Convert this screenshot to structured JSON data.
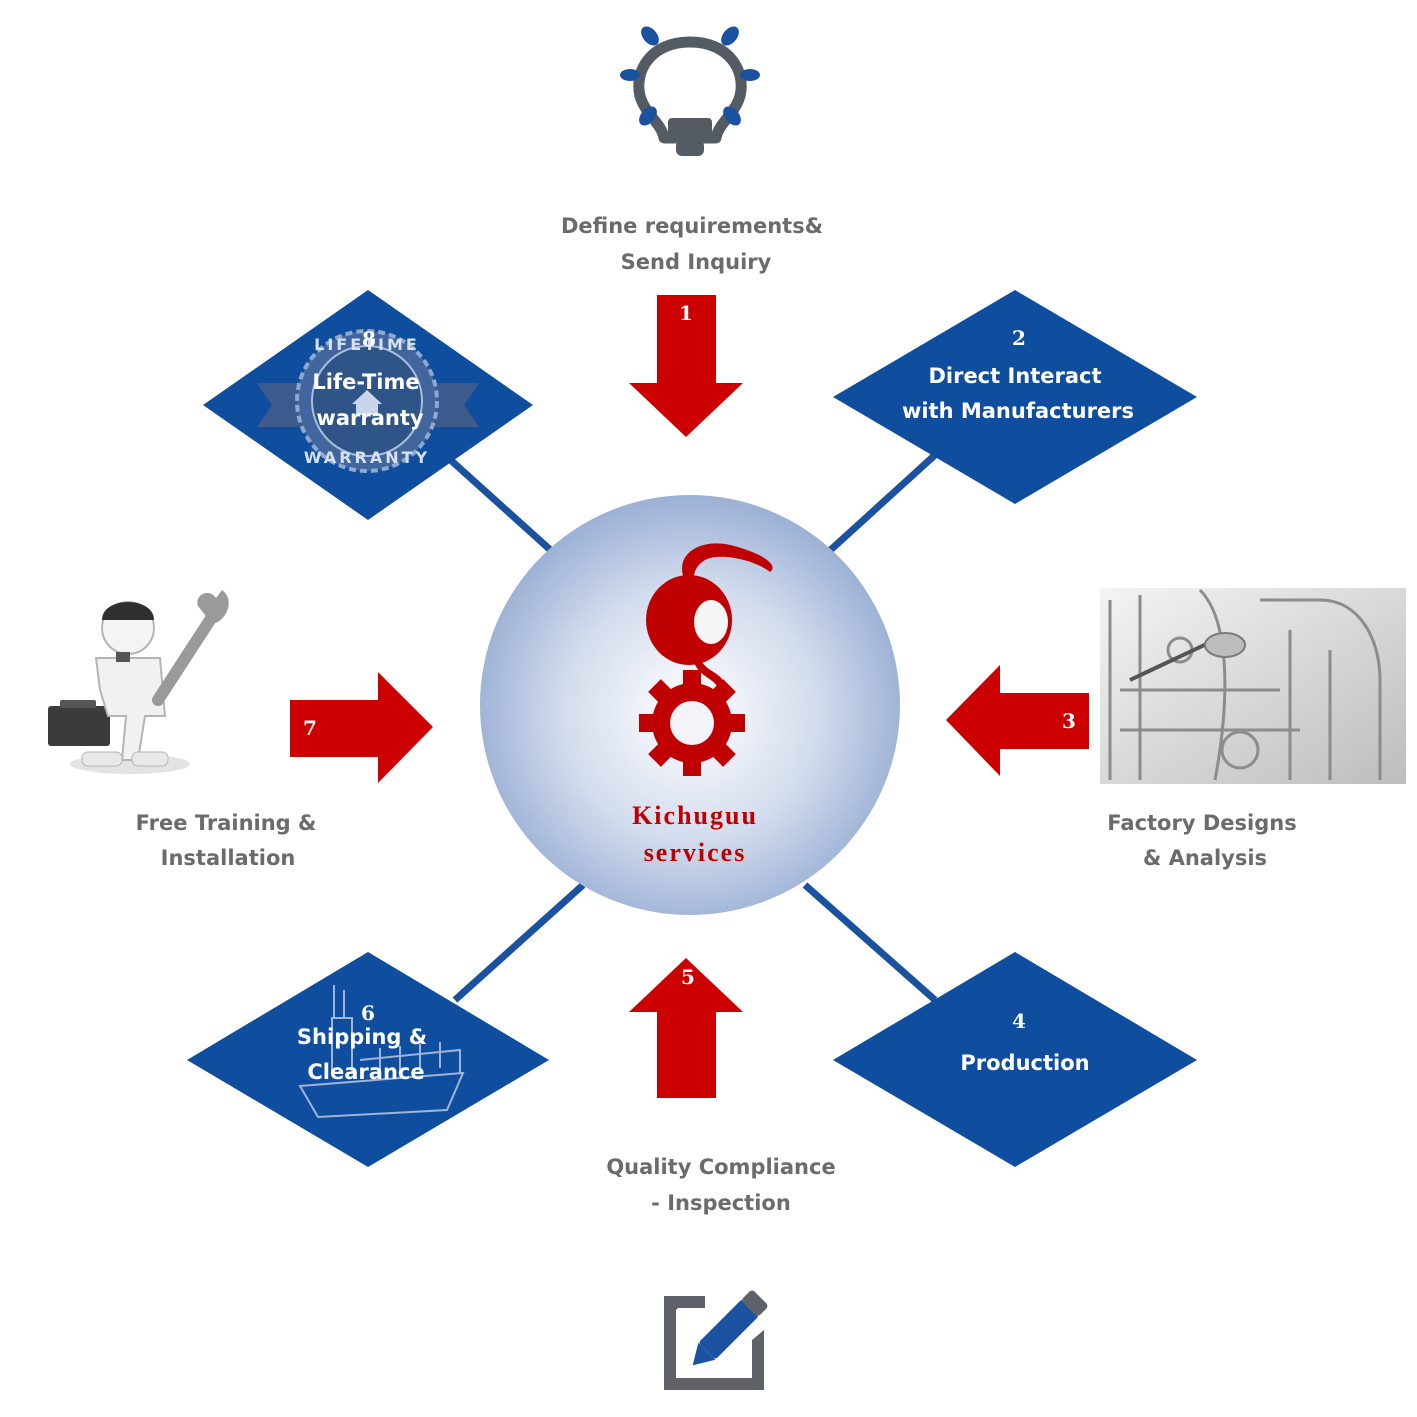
{
  "center": {
    "brand_line1": "Kichuguu",
    "brand_line2": "services"
  },
  "steps": [
    {
      "num": "1",
      "line1": "Define requirements&",
      "line2": "Send Inquiry"
    },
    {
      "num": "2",
      "line1": "Direct Interact",
      "line2": "with Manufacturers"
    },
    {
      "num": "3",
      "line1": "Factory Designs",
      "line2": "& Analysis"
    },
    {
      "num": "4",
      "line1": "Production",
      "line2": ""
    },
    {
      "num": "5",
      "line1": "Quality Compliance",
      "line2": "- Inspection"
    },
    {
      "num": "6",
      "line1": "Shipping &",
      "line2": "Clearance"
    },
    {
      "num": "7",
      "line1": "Free Training &",
      "line2": "Installation"
    },
    {
      "num": "8",
      "line1": "Life-Time",
      "line2": "warranty"
    }
  ],
  "badge": {
    "top_text": "LIFETIME",
    "bottom_text": "WARRANTY"
  },
  "icons": {
    "top": "lightbulb-icon",
    "bottom": "document-edit-icon",
    "left": "mechanic-figure-icon",
    "right": "factory-sketch-icon",
    "ship": "ship-icon",
    "center_logo": "robot-gear-logo-icon"
  },
  "colors": {
    "diamond": "#0f4d9e",
    "arrow": "#cc0000",
    "connector": "#1a52a0",
    "label_gray": "#6b6b6b",
    "brand_red": "#c00000"
  }
}
